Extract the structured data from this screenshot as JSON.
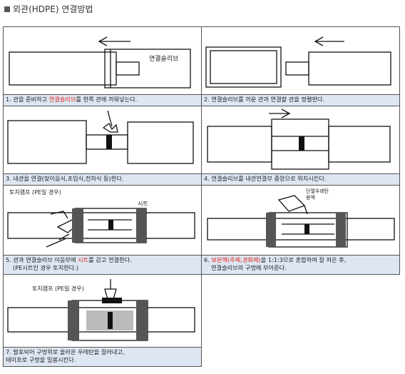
{
  "title": "외관(HDPE) 연결방법",
  "steps": [
    {
      "caption_pre": "1. 관을 준비하고 ",
      "caption_red": "연결슬리브",
      "caption_post": "를 한쪽 관에 끼워넣는다.",
      "label": "연결슬리브"
    },
    {
      "caption": "2. 연결슬리브를 끼운 관과 연결할 관을 정렬한다."
    },
    {
      "caption": "3. 내관을 연결(맞이음식,조임식,전자식 등)한다."
    },
    {
      "caption": "4. 연결슬리브를 내관연결부 중앙으로 위치시킨다."
    },
    {
      "caption_pre": "5. 관과 연결슬리브 이음부에 ",
      "caption_red": "시트",
      "caption_post": "를 감고 연결한다.",
      "caption_line2": "(PE시트인 경우 토치한다.)",
      "label_torch": "토치램프 (PE일 경우)",
      "label_sheet": "시트"
    },
    {
      "caption_pre": "6. ",
      "caption_red": "보온액(주제,경화제)",
      "caption_post": "을 1:1:3으로 혼합하여 잘 저은 후,",
      "caption_line2": "연결슬리브의 구멍에 부어준다.",
      "label_can": "단열우레탄 용액"
    },
    {
      "caption_line1": "7. 발포되어 구멍위로 올라온 우레탄을 잘라내고,",
      "caption_line2": "테이프로 구멍을 밀봉시킨다.",
      "label_torch": "토치램프 (PE일 경우)"
    }
  ]
}
